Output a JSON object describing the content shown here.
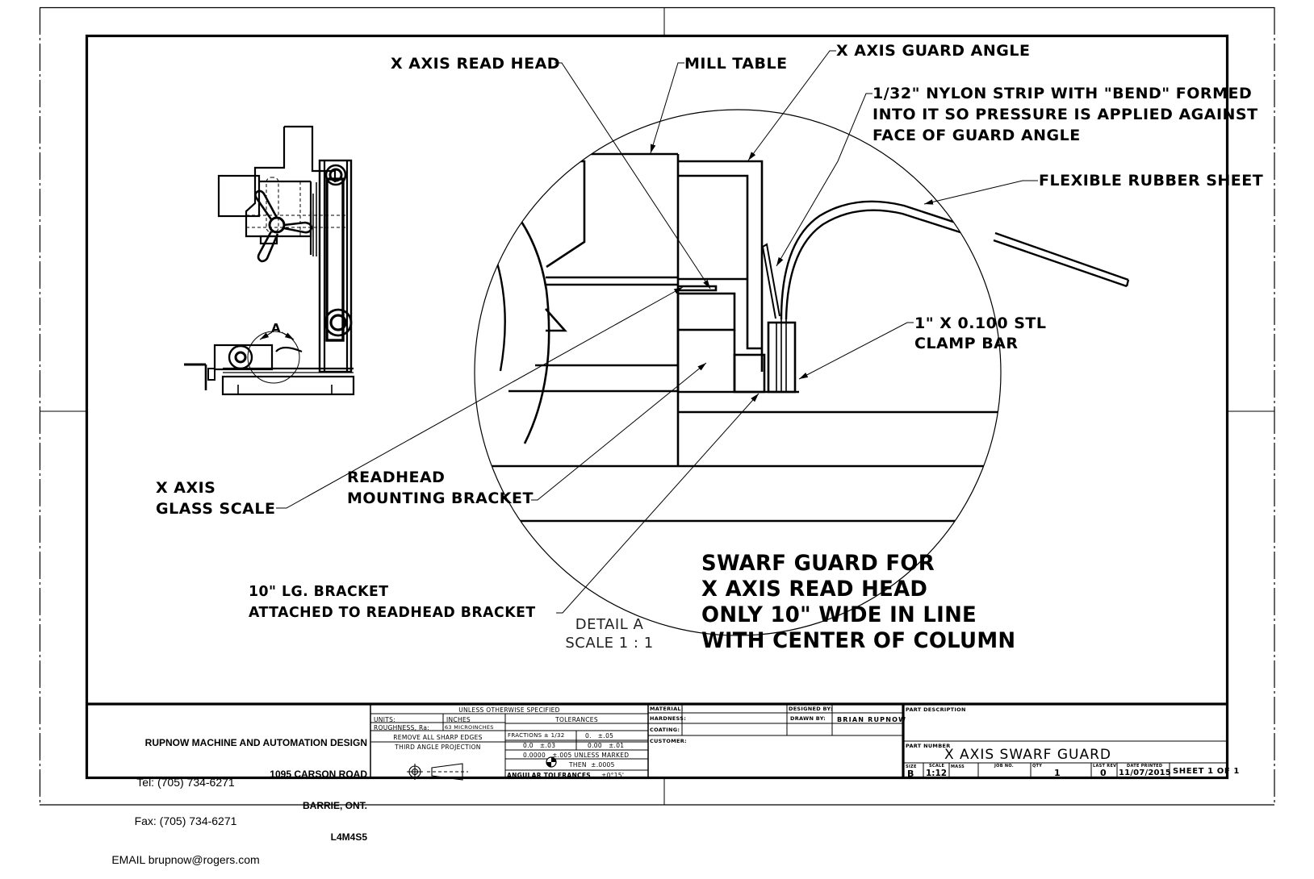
{
  "drawing": {
    "overview_view": {
      "detail_marker": "A"
    },
    "callouts": {
      "read_head": "X AXIS READ HEAD",
      "mill_table": "MILL TABLE",
      "guard_angle": "X AXIS GUARD ANGLE",
      "nylon_strip": [
        "1/32\" NYLON STRIP WITH \"BEND\" FORMED",
        "INTO IT SO PRESSURE IS APPLIED AGAINST",
        "FACE OF GUARD ANGLE"
      ],
      "rubber_sheet": "FLEXIBLE RUBBER SHEET",
      "clamp_bar": [
        "1\" X 0.100 STL",
        "CLAMP BAR"
      ],
      "glass_scale": [
        "X AXIS",
        "GLASS SCALE"
      ],
      "mounting_bracket": [
        "READHEAD",
        "MOUNTING BRACKET"
      ],
      "long_bracket": [
        "10\" LG. BRACKET",
        "ATTACHED TO READHEAD BRACKET"
      ]
    },
    "detail_caption": [
      "DETAIL A",
      "SCALE 1 : 1"
    ],
    "main_note": [
      "SWARF GUARD FOR",
      "X AXIS READ HEAD",
      "ONLY 10\" WIDE IN LINE",
      "WITH CENTER OF COLUMN"
    ]
  },
  "title_block": {
    "company": {
      "name": "RUPNOW MACHINE AND AUTOMATION DESIGN",
      "street": "1095 CARSON ROAD",
      "city": "BARRIE, ONT.",
      "postal": "L4M4S5",
      "tel": "Tel: (705) 734-6271",
      "fax": "Fax: (705) 734-6271",
      "email": "EMAIL brupnow@rogers.com"
    },
    "spec": {
      "header": "UNLESS OTHERWISE SPECIFIED",
      "units_label": "UNITS:",
      "units_value": "INCHES",
      "roughness_label": "ROUGHNESS, Ra:",
      "roughness_value": "63 MICROINCHES",
      "edges": "REMOVE ALL SHARP EDGES",
      "projection": "THIRD ANGLE PROJECTION",
      "tolerances_header": "TOLERANCES",
      "fractions": "FRACTIONS ± 1/32",
      "tol_0": "0.   ±.05",
      "tol_1": "0.0   ±.03",
      "tol_2": "0.00   ±.01",
      "tol_4": "0.0000   ±.005 UNLESS MARKED",
      "tol_then": "THEN  ±.0005",
      "angular": "ANGULAR TOLERANCES",
      "angular_value": "±0°15'"
    },
    "fields": {
      "material_label": "MATERIAL:",
      "material_value": "",
      "hardness_label": "HARDNESS:",
      "hardness_value": "",
      "coating_label": "COATING:",
      "coating_value": "",
      "customer_label": "CUSTOMER:",
      "customer_value": "",
      "designed_by_label": "DESIGNED BY:",
      "designed_by_value": "",
      "drawn_by_label": "DRAWN BY:",
      "drawn_by_value": "BRIAN RUPNOW"
    },
    "part": {
      "description_label": "PART DESCRIPTION",
      "description_value": "",
      "number_label": "PART NUMBER",
      "number_value": "X AXIS SWARF GUARD",
      "size_label": "SIZE",
      "size_value": "B",
      "scale_label": "SCALE",
      "scale_value": "1:12",
      "mass_label": "MASS",
      "mass_value": "",
      "job_label": "JOB NO.",
      "job_value": "",
      "qty_label": "QTY",
      "qty_value": "1",
      "rev_label": "LAST REV",
      "rev_value": "0",
      "date_label": "DATE PRINTED",
      "date_value": "11/07/2015",
      "sheet": "SHEET 1 OF 1"
    }
  }
}
